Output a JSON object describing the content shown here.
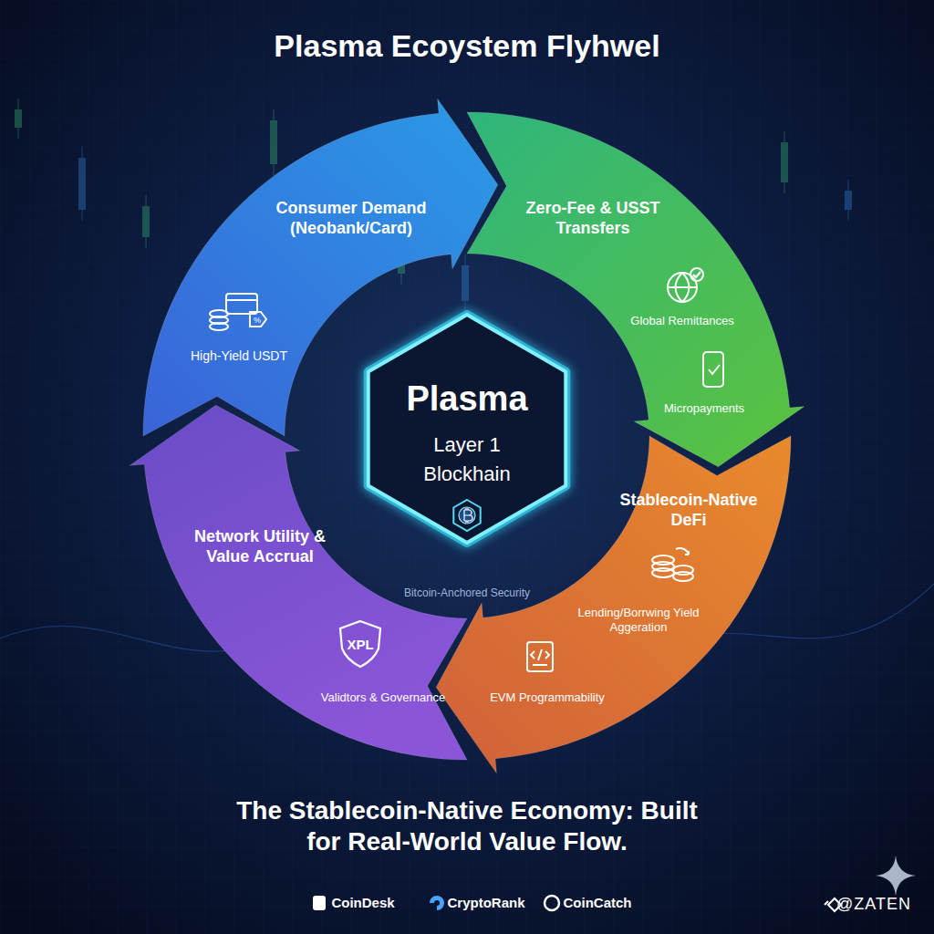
{
  "diagram": {
    "title": "Plasma Ecoystem Flyhwel",
    "caption": "The Stablecoin-Native Economy: Built for Real-World Value Flow.",
    "nodes": [
      {
        "text": [
          "Consumer Demand (Neobank/Card)",
          "High-Yield USDT"
        ]
      },
      {
        "text": [
          "Zero-Fee & USST Transfers",
          "Global Remittances",
          "Micropayments"
        ]
      },
      {
        "text": [
          "Stablecoin-Native DeFi",
          "Lending/Borrwing Yield Aggeration",
          "EVM Programmability"
        ]
      },
      {
        "text": [
          "Network Utility & Value Accrual",
          "XPL",
          "Validtors & Governance"
        ]
      },
      {
        "text": [
          "Plasma",
          "Layer 1",
          "Blockhain"
        ]
      }
    ],
    "labels": [
      "Bitcoin-Anchored Security",
      "CoinDesk",
      "CryptoRank",
      "CoinCatch",
      "@ZATEN"
    ]
  }
}
